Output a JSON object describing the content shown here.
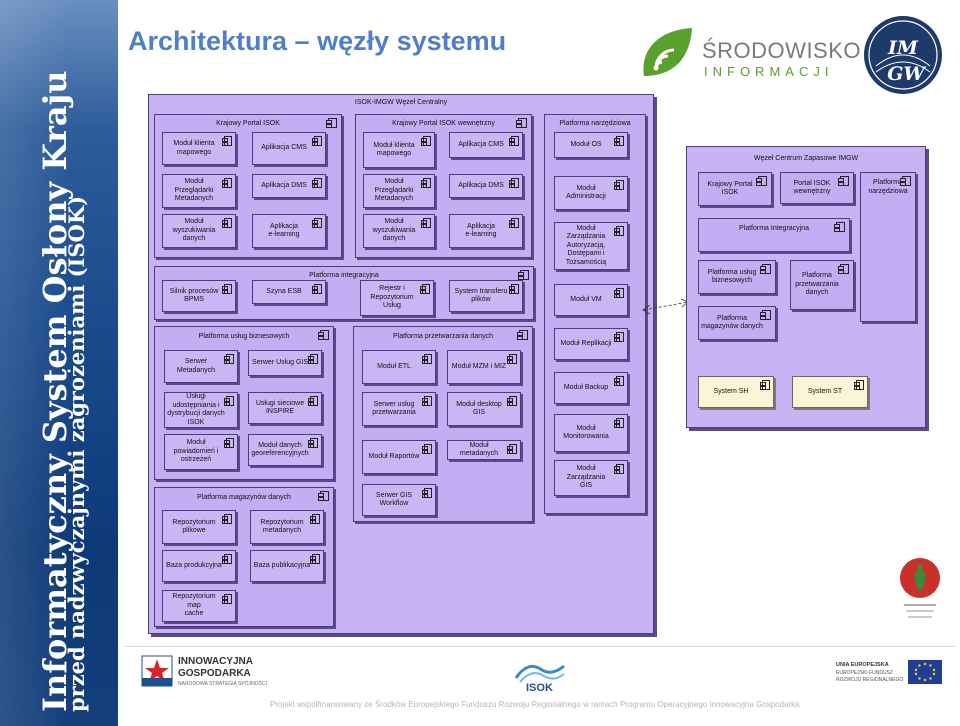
{
  "slide": {
    "title": "Architektura – węzły systemu",
    "sidebar_line1": "Informatyczny System Osłony Kraju",
    "sidebar_line2": "przed nadzwyczajnymi zagrożeniami (ISOK)",
    "footer_text": "Projekt współfinansowany ze Środków Europejskiego Funduszu Rozwoju Regionalnego w ramach Programu Operacyjnego Innowacyjna Gospodarka"
  },
  "logos": {
    "srodowisko_line1": "ŚRODOWISKO",
    "srodowisko_line2": "INFORMACJI",
    "imgw_line1": "IM",
    "imgw_line2": "GW",
    "innowacyjna_line1": "INNOWACYJNA",
    "innowacyjna_line2": "GOSPODARKA",
    "innowacyjna_line3": "NARODOWA STRATEGIA SPÓJNOŚCI",
    "isok": "ISOK",
    "ue_line1": "UNIA EUROPEJSKA",
    "ue_line2": "EUROPEJSKI FUNDUSZ",
    "ue_line3": "ROZWOJU REGIONALNEGO"
  },
  "colors": {
    "title": "#4f7fc6",
    "node_fill": "#c8b3f4",
    "component_fill": "#cab6f5",
    "external_fill": "#fbf5d8",
    "srodowisko_green": "#5aa02c"
  },
  "central": {
    "title": "ISOK-IMGW Węzeł Centralny",
    "kpi": {
      "title": "Krajowy Portal ISOK",
      "items": [
        "Moduł klienta\nmapowego",
        "Aplikacja CMS",
        "Moduł\nPrzeglądarki\nMetadanych",
        "Aplikacja DMS",
        "Moduł\nwyszukiwania\ndanych",
        "Aplikacja\ne-learning"
      ]
    },
    "kpw": {
      "title": "Krajowy Portal ISOK wewnętrzny",
      "items": [
        "Moduł klienta\nmapowego",
        "Aplikacja CMS",
        "Moduł\nPrzeglądarki\nMetadanych",
        "Aplikacja DMS",
        "Moduł\nwyszukiwania\ndanych",
        "Aplikacja\ne-learning"
      ]
    },
    "tools": {
      "title": "Platforma narzędziowa",
      "items": [
        "Moduł OS",
        "Moduł\nAdministracji",
        "Moduł Zarządzania\nAutoryzacją,\nDostępami i\nTożsamością",
        "Moduł VM",
        "Moduł Replikacji",
        "Moduł Backup",
        "Moduł\nMonitorowania",
        "Moduł Zarządzania\nGIS"
      ]
    },
    "integration": {
      "title": "Platforma integracyjna",
      "items": [
        "Silnik procesów\nBPMS",
        "Szyna ESB",
        "Rejestr i\nRepozytorium\nUsług",
        "System transferu\nplików"
      ]
    },
    "business": {
      "title": "Platforma usług biznesowych",
      "items": [
        "Serwer\nMetadanych",
        "Serwer Usług GIS",
        "Usługi\nudostępniania i\ndystrybucji danych\nISOK",
        "Usługi sieciowe\nINSPIRE",
        "Moduł\npowiadomień i\nostrzeżeń",
        "Moduł danych\ngeoreferencyjnych"
      ]
    },
    "processing": {
      "title": "Platforma przetwarzania danych",
      "items": [
        "Moduł ETL",
        "Moduł MZM i MIZ",
        "Serwer usług\nprzetwarzania",
        "Moduł desktop GIS",
        "Moduł Raportów",
        "Moduł metadanych",
        "Serwer GIS\nWorkflow"
      ]
    },
    "storage": {
      "title": "Platforma magazynów danych",
      "items": [
        "Repozytorium\nplikowe",
        "Repozytorium\nmetadanych",
        "Baza produkcyjna",
        "Baza publikacyjna",
        "Repozytorium map\ncache"
      ]
    }
  },
  "backup": {
    "title": "Węzeł Centrum Zapasowe IMGW",
    "top_items": [
      "Krajowy Portal\nISOK",
      "Portal ISOK\nwewnętrzny",
      "Platforma\nnarzędziowa"
    ],
    "integration_title": "Platforma Integracyjna",
    "sub_items": [
      "Platforma usług\nbiznesowych",
      "Platforma\nprzetwarzania\ndanych",
      "Platforma\nmagazynów danych"
    ],
    "systems": [
      "System SH",
      "System ST"
    ]
  }
}
